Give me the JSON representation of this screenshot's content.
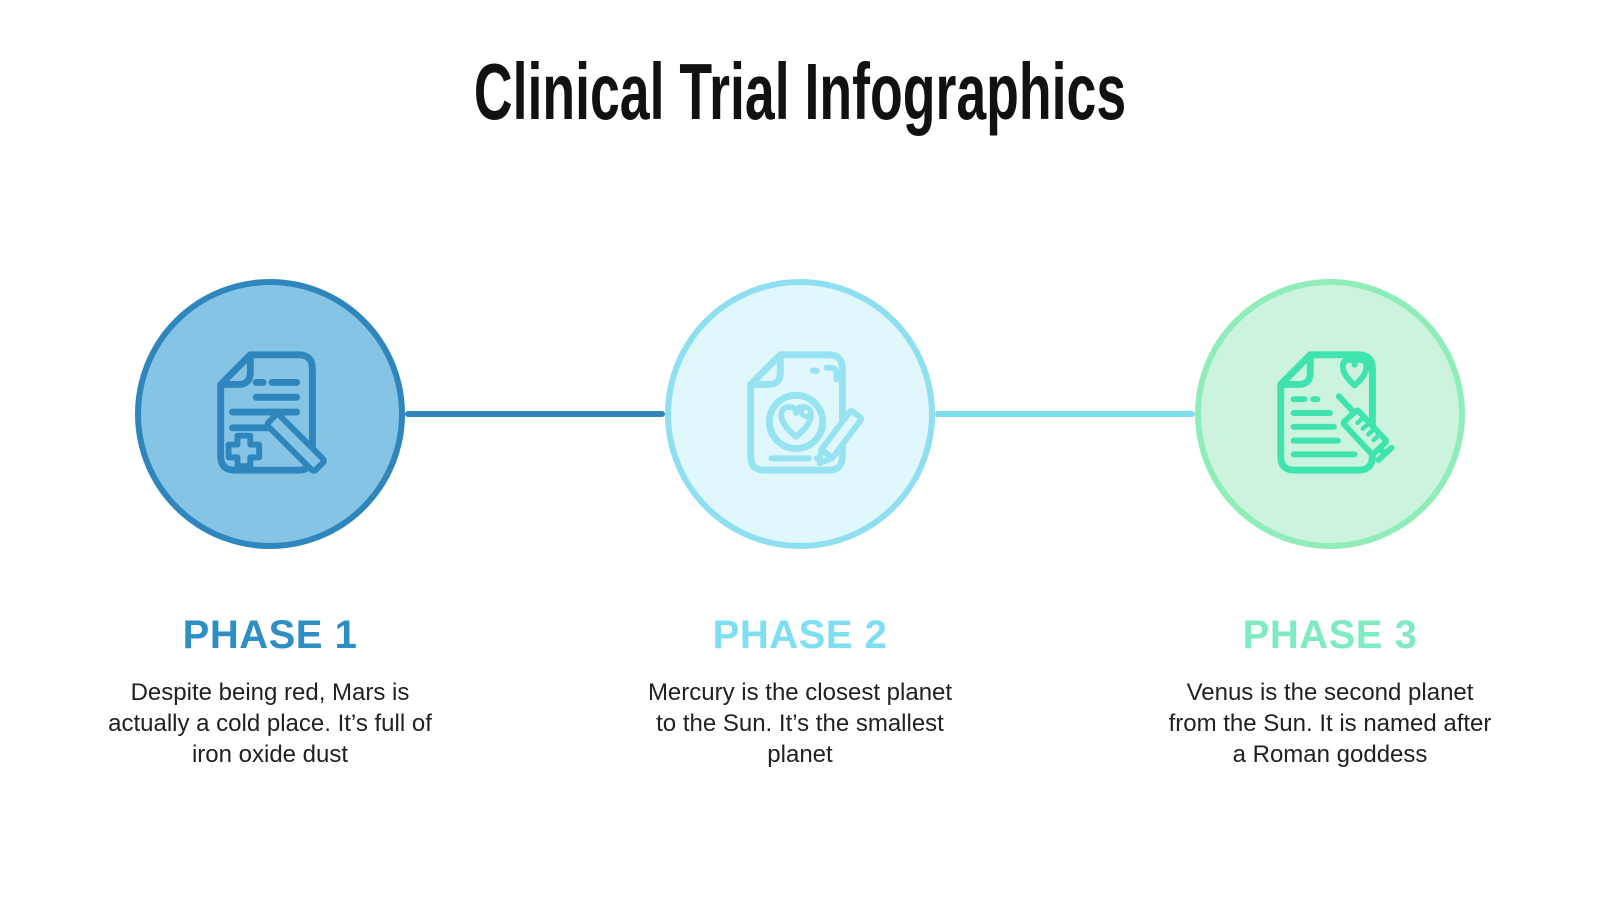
{
  "title": "Clinical Trial Infographics",
  "colors": {
    "background": "#FFFFFF",
    "title_text": "#111111",
    "body_text": "#212121"
  },
  "phases": [
    {
      "label": "PHASE 1",
      "description": "Despite being red, Mars is actually a cold place. It’s full of iron oxide dust",
      "icon": "clinical-form-cross-pen-icon",
      "colors": {
        "circle_fill": "#85C4E5",
        "circle_stroke": "#2E86BC",
        "icon": "#2E86BC",
        "label": "#2E8FC5"
      }
    },
    {
      "label": "PHASE 2",
      "description": "Mercury is the closest planet to the Sun. It’s the smallest planet",
      "icon": "consent-form-heart-pencil-icon",
      "colors": {
        "circle_fill": "#E0F7FB",
        "circle_stroke": "#8EE0F0",
        "icon": "#97E3F2",
        "label": "#7FDFF2"
      }
    },
    {
      "label": "PHASE 3",
      "description": "Venus is the second planet from the Sun. It is named after a Roman goddess",
      "icon": "medical-record-syringe-icon",
      "colors": {
        "circle_fill": "#CBF3DD",
        "circle_stroke": "#90EDB9",
        "icon": "#3FE3AD",
        "label": "#7FEBC0"
      }
    }
  ],
  "connectors": [
    {
      "color": "#2E86BC"
    },
    {
      "color": "#7EDEEC"
    }
  ]
}
